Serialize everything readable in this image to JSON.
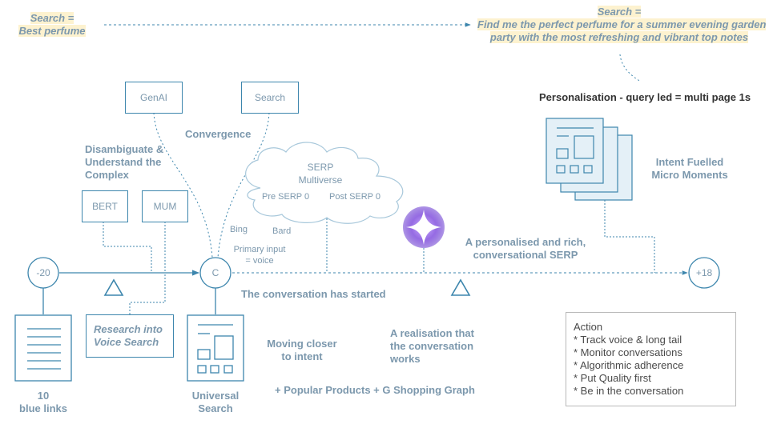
{
  "top_left_query": {
    "line1": "Search =",
    "line2": "Best perfume"
  },
  "top_right_query": {
    "line1": "Search =",
    "line2": "Find me the perfect perfume for a summer evening garden",
    "line3": "party with  the most refreshing and vibrant  top notes"
  },
  "personalisation_title": "Personalisation - query led = multi page 1s",
  "boxes": {
    "genai": "GenAI",
    "search": "Search",
    "bert": "BERT",
    "mum": "MUM"
  },
  "convergence": "Convergence",
  "disambiguate": {
    "line1": "Disambiguate &",
    "line2": "Understand the",
    "line3": "Complex"
  },
  "serp_cloud": {
    "line1": "SERP",
    "line2": "Multiverse",
    "pre": "Pre SERP 0",
    "post": "Post SERP 0"
  },
  "bing": "Bing",
  "bard": "Bard",
  "primary_input": {
    "line1": "Primary input",
    "line2": "= voice"
  },
  "intent_fuelled": {
    "line1": "Intent Fuelled",
    "line2": "Micro Moments"
  },
  "personalised_serp": {
    "line1": "A personalised and rich,",
    "line2": "conversational SERP"
  },
  "nodes": {
    "start": "-20",
    "center": "C",
    "end": "+18"
  },
  "conversation_started": "The conversation has started",
  "research_voice": {
    "line1": "Research into",
    "line2": "Voice Search"
  },
  "moving_closer": {
    "line1": "Moving closer",
    "line2": "to intent"
  },
  "realisation": {
    "line1": "A realisation that",
    "line2": "the conversation",
    "line3": "works"
  },
  "popular_products": "+ Popular Products + G Shopping Graph",
  "ten_blue_links": {
    "line1": "10",
    "line2": "blue links"
  },
  "universal_search": {
    "line1": "Universal",
    "line2": "Search"
  },
  "action": {
    "title": "Action",
    "items": [
      "* Track voice & long tail",
      "* Monitor conversations",
      "* Algorithmic adherence",
      "* Put Quality first",
      "* Be in the conversation"
    ]
  },
  "colors": {
    "line": "#3d86ad",
    "text": "#7c98ad",
    "highlight": "#fdf2cf",
    "doc_fill": "#e4f0f7",
    "gem": "#8a5be0"
  }
}
